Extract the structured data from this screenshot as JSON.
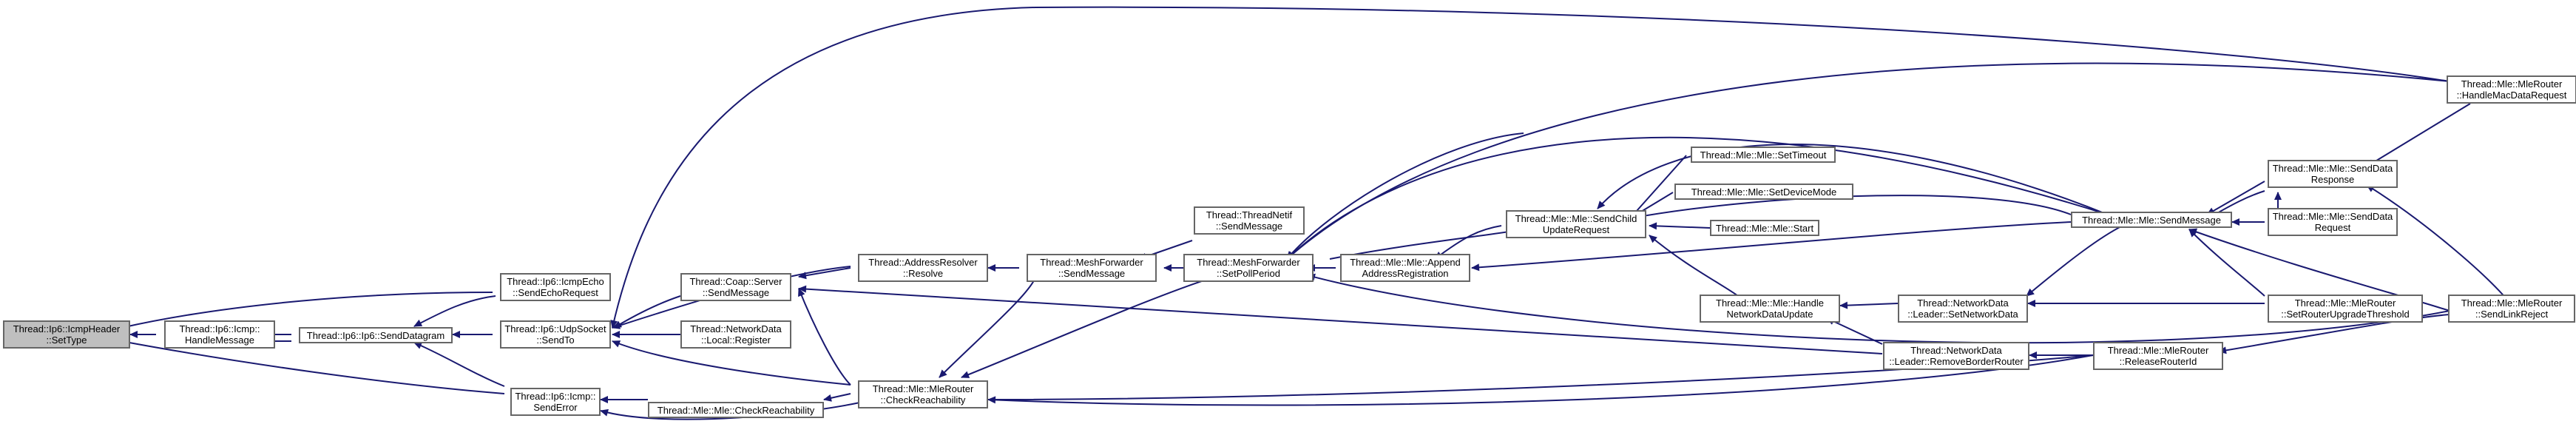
{
  "colors": {
    "edge": "#191970",
    "node_border": "#666666",
    "node_fill": "#ffffff",
    "focus_fill": "#bfbfbf"
  },
  "nodes": {
    "icmpheader_settype": {
      "lines": [
        "Thread::Ip6::IcmpHeader",
        "::SetType"
      ]
    },
    "icmp_handlemessage": {
      "lines": [
        "Thread::Ip6::Icmp::",
        "HandleMessage"
      ]
    },
    "ip6_senddatagram": {
      "lines": [
        "Thread::Ip6::Ip6::SendDatagram"
      ]
    },
    "icmpecho_sendechorequest": {
      "lines": [
        "Thread::Ip6::IcmpEcho",
        "::SendEchoRequest"
      ]
    },
    "udpsocket_sendto": {
      "lines": [
        "Thread::Ip6::UdpSocket",
        "::SendTo"
      ]
    },
    "icmp_senderror": {
      "lines": [
        "Thread::Ip6::Icmp::",
        "SendError"
      ]
    },
    "coap_server_sendmessage": {
      "lines": [
        "Thread::Coap::Server",
        "::SendMessage"
      ]
    },
    "networkdata_local_register": {
      "lines": [
        "Thread::NetworkData",
        "::Local::Register"
      ]
    },
    "mle_checkreachability": {
      "lines": [
        "Thread::Mle::Mle::CheckReachability"
      ]
    },
    "addressresolver_resolve": {
      "lines": [
        "Thread::AddressResolver",
        "::Resolve"
      ]
    },
    "mlerouter_checkreachability": {
      "lines": [
        "Thread::Mle::MleRouter",
        "::CheckReachability"
      ]
    },
    "meshforwarder_sendmessage": {
      "lines": [
        "Thread::MeshForwarder",
        "::SendMessage"
      ]
    },
    "threadnetif_sendmessage": {
      "lines": [
        "Thread::ThreadNetif",
        "::SendMessage"
      ]
    },
    "meshforwarder_setpollperiod": {
      "lines": [
        "Thread::MeshForwarder",
        "::SetPollPeriod"
      ]
    },
    "mle_appendaddressregistration": {
      "lines": [
        "Thread::Mle::Mle::Append",
        "AddressRegistration"
      ]
    },
    "mle_sendchildupdaterequest": {
      "lines": [
        "Thread::Mle::Mle::SendChild",
        "UpdateRequest"
      ]
    },
    "mle_settimeout": {
      "lines": [
        "Thread::Mle::Mle::SetTimeout"
      ]
    },
    "mle_setdevicemode": {
      "lines": [
        "Thread::Mle::Mle::SetDeviceMode"
      ]
    },
    "mle_start": {
      "lines": [
        "Thread::Mle::Mle::Start"
      ]
    },
    "mle_handlenetworkdataupdate": {
      "lines": [
        "Thread::Mle::Mle::Handle",
        "NetworkDataUpdate"
      ]
    },
    "leader_setnetworkdata": {
      "lines": [
        "Thread::NetworkData",
        "::Leader::SetNetworkData"
      ]
    },
    "leader_removeborderrouter": {
      "lines": [
        "Thread::NetworkData",
        "::Leader::RemoveBorderRouter"
      ]
    },
    "mlerouter_releaserouterid": {
      "lines": [
        "Thread::Mle::MleRouter",
        "::ReleaseRouterId"
      ]
    },
    "mle_sendmessage": {
      "lines": [
        "Thread::Mle::Mle::SendMessage"
      ]
    },
    "mlerouter_senddataresponse": {
      "lines": [
        "Thread::Mle::Mle::SendData",
        "Response"
      ]
    },
    "mle_senddatarequest": {
      "lines": [
        "Thread::Mle::Mle::SendData",
        "Request"
      ]
    },
    "mlerouter_setrouterupgradethreshold": {
      "lines": [
        "Thread::Mle::MleRouter",
        "::SetRouterUpgradeThreshold"
      ]
    },
    "mlerouter_handlemacdatarequest": {
      "lines": [
        "Thread::Mle::MleRouter",
        "::HandleMacDataRequest"
      ]
    },
    "mlerouter_sendlinkreject": {
      "lines": [
        "Thread::Mle::MleRouter",
        "::SendLinkReject"
      ]
    }
  }
}
